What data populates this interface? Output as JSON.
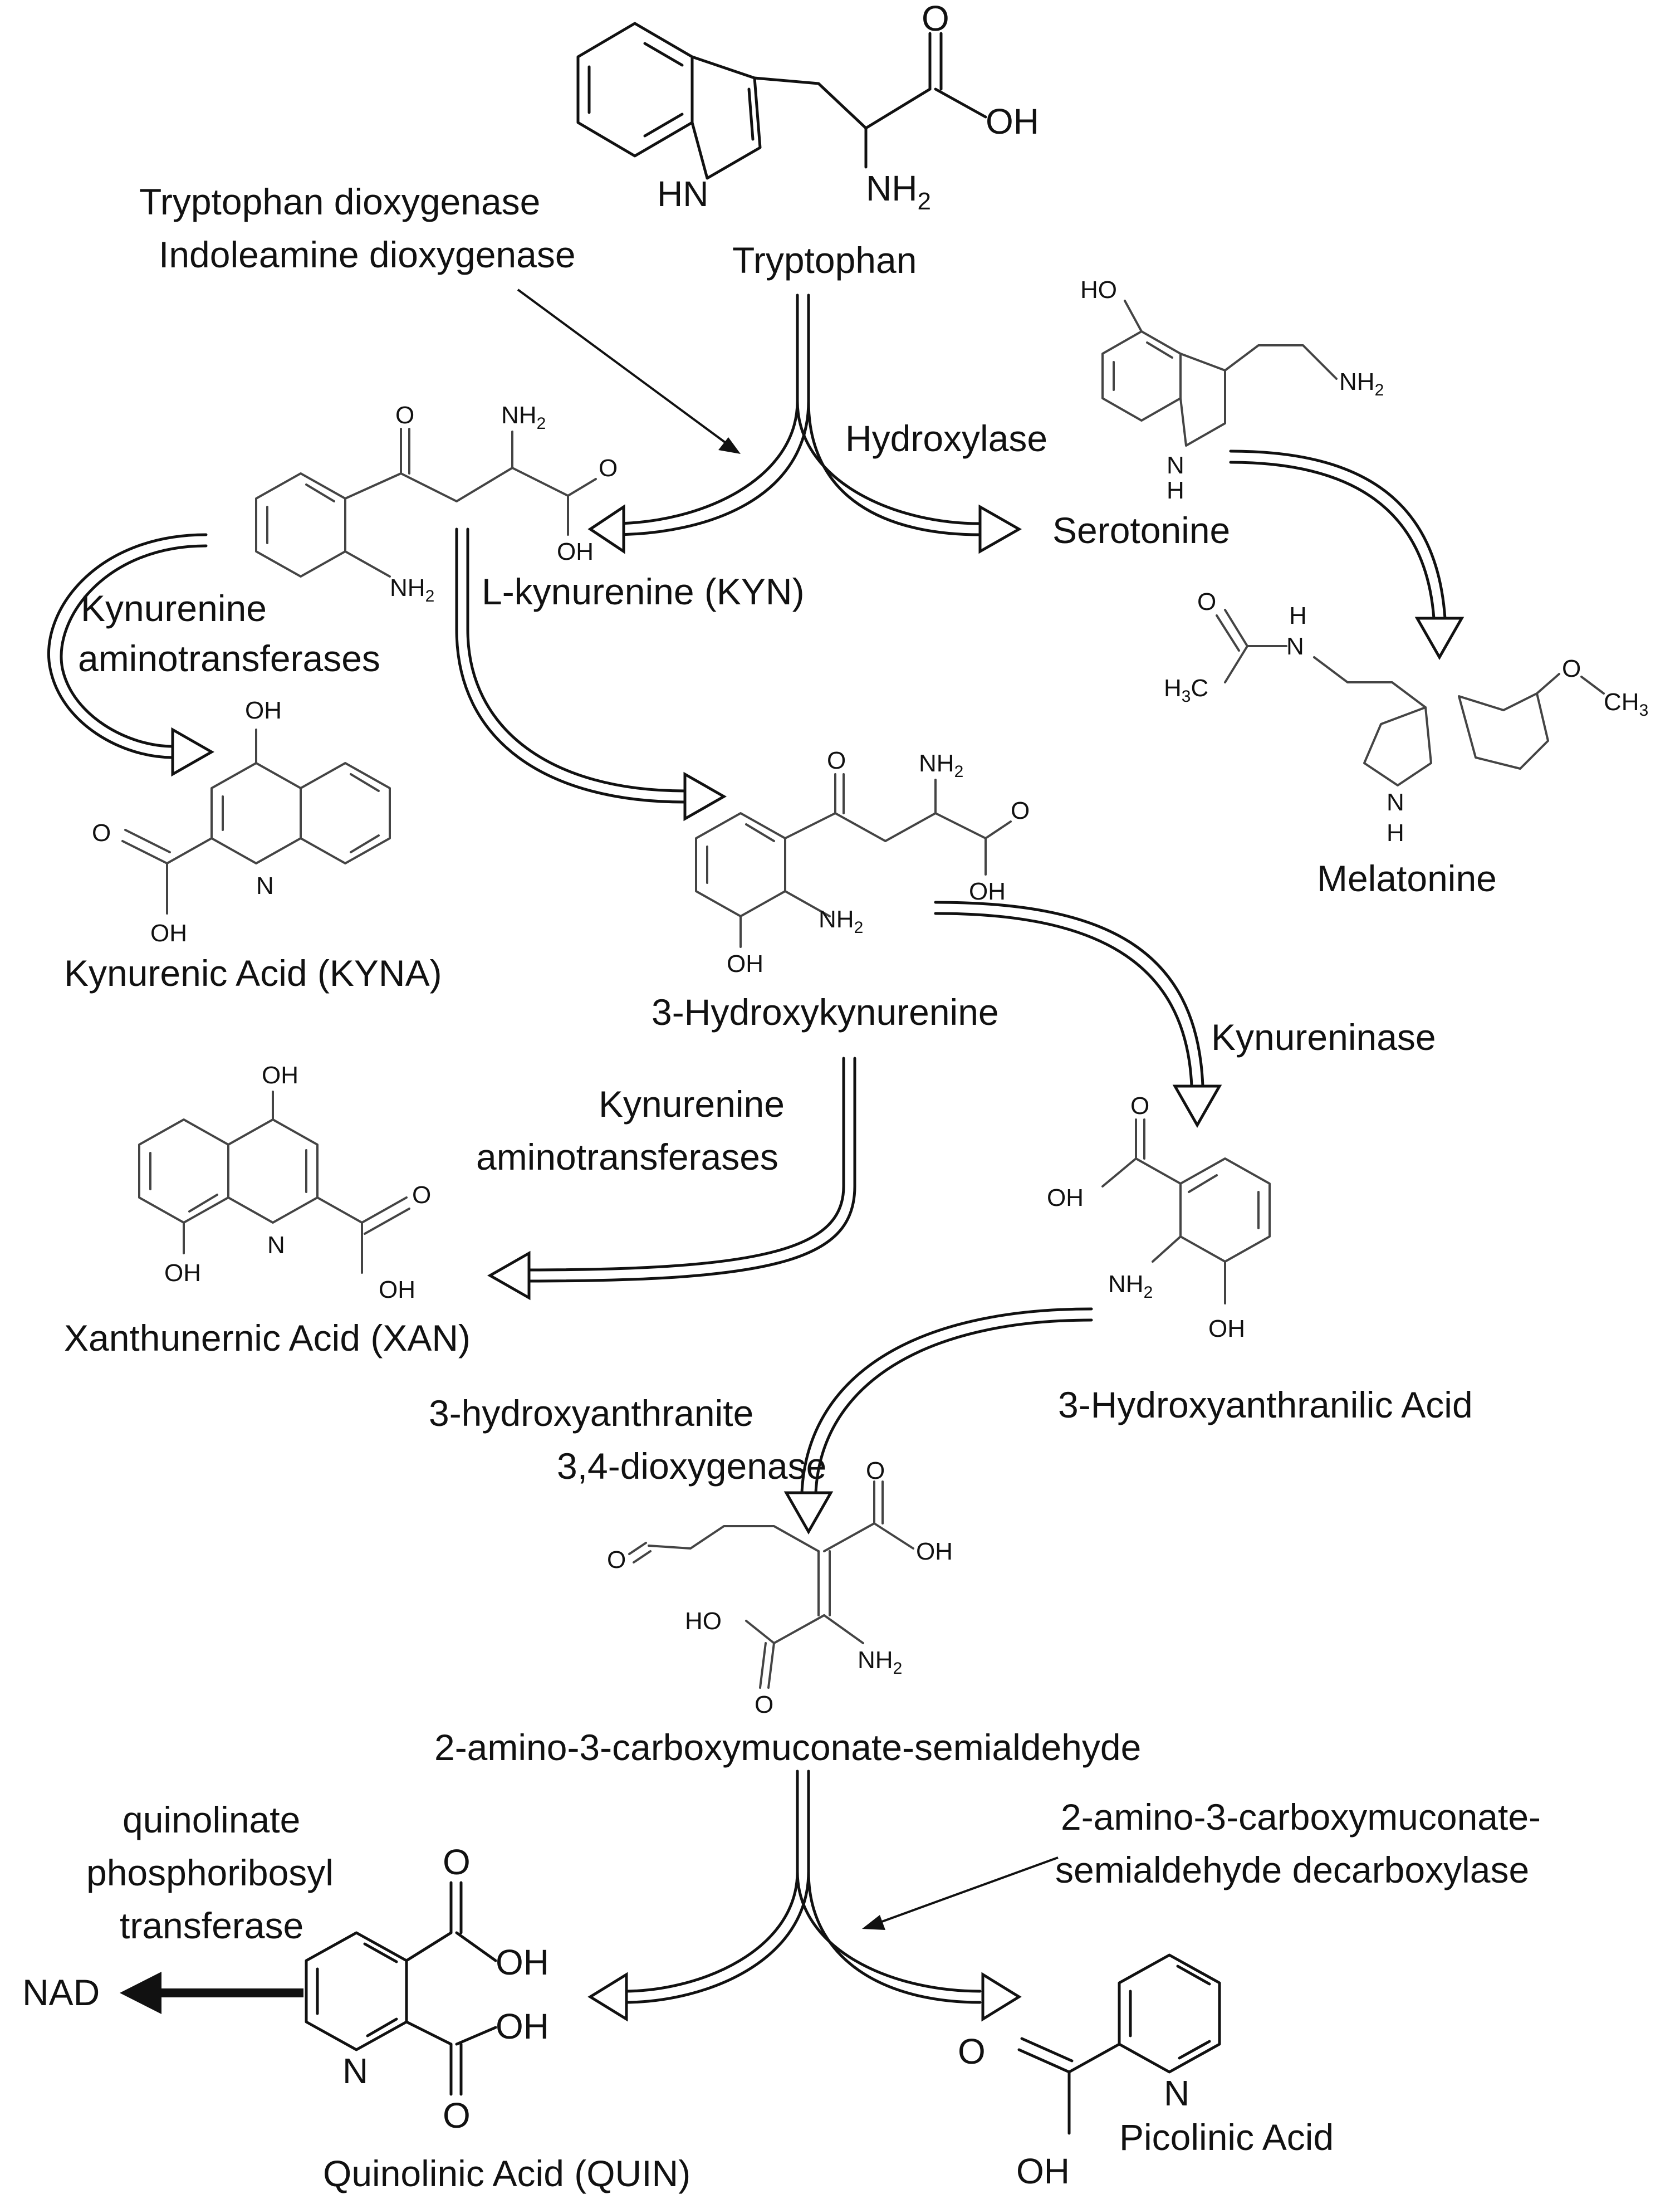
{
  "compounds": {
    "tryptophan": "Tryptophan",
    "serotonine": "Serotonine",
    "melatonine": "Melatonine",
    "kynurenine": "L-kynurenine (KYN)",
    "kynurenic_acid": "Kynurenic Acid (KYNA)",
    "hydroxykynurenine": "3-Hydroxykynurenine",
    "xanthurenic_acid": "Xanthunernic Acid (XAN)",
    "hydroxyanthranilic_acid": "3-Hydroxyanthranilic Acid",
    "acms": "2-amino-3-carboxymuconate-semialdehyde",
    "quinolinic_acid": "Quinolinic Acid (QUIN)",
    "picolinic_acid": "Picolinic Acid",
    "nad": "NAD"
  },
  "enzymes": {
    "dioxygenase_line1": "Tryptophan dioxygenase",
    "dioxygenase_line2": "Indoleamine dioxygenase",
    "hydroxylase": "Hydroxylase",
    "kat1_line1": "Kynurenine",
    "kat1_line2": "aminotransferases",
    "kynureninase": "Kynureninase",
    "kat2_line1": "Kynurenine",
    "kat2_line2": "aminotransferases",
    "haao_line1": "3-hydroxyanthranite",
    "haao_line2": "3,4-dioxygenase",
    "acmsd_line1": "2-amino-3-carboxymuconate-",
    "acmsd_line2": "semialdehyde decarboxylase",
    "qprt_line1": "quinolinate",
    "qprt_line2": "phosphoribosyl",
    "qprt_line3": "transferase"
  },
  "atoms": {
    "O": "O",
    "OH": "OH",
    "HO": "HO",
    "NH": "NH",
    "HN": "HN",
    "H": "H",
    "N": "N",
    "NH2_main": "NH",
    "NH2_sub": "2",
    "H3C_main": "H",
    "H3C_sub": "3",
    "H3C_tail": "C",
    "CH3_main": "CH",
    "CH3_sub": "3"
  }
}
